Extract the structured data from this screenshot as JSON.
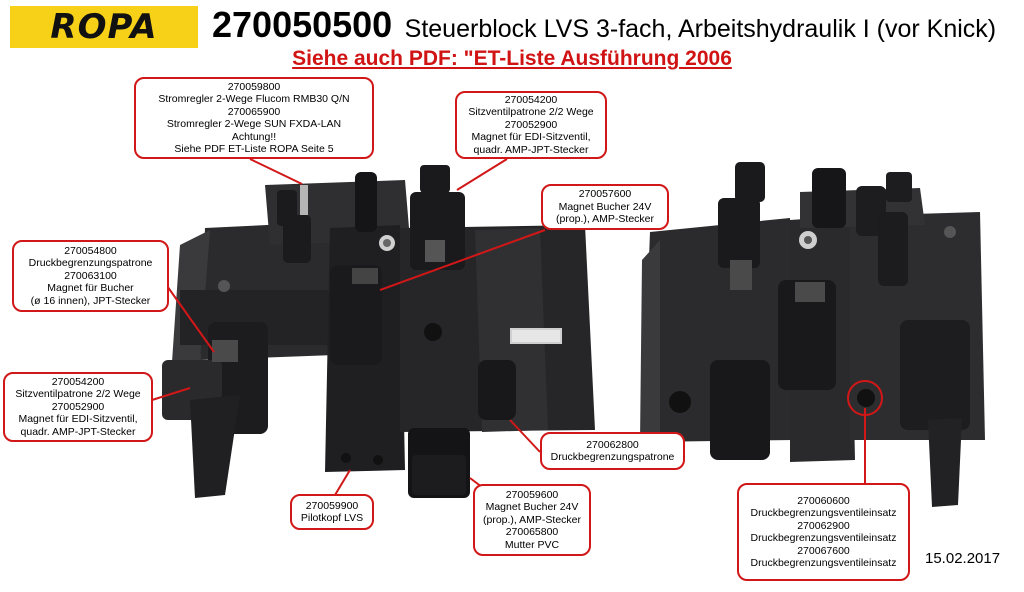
{
  "logo": {
    "text": "ROPA",
    "color": "#f7d117"
  },
  "header": {
    "part_number": "270050500",
    "title": "Steuerblock LVS 3-fach, Arbeitshydraulik I (vor Knick)",
    "subtitle": "Siehe auch PDF: \"ET-Liste Ausführung 2006"
  },
  "callouts": [
    {
      "lines": [
        "270059800",
        "Stromregler 2-Wege Flucom RMB30 Q/N",
        "270065900",
        "Stromregler 2-Wege SUN FXDA-LAN",
        "Achtung!!",
        "Siehe PDF ET-Liste ROPA Seite 5"
      ]
    },
    {
      "lines": [
        "270054200",
        "Sitzventilpatrone 2/2 Wege",
        "270052900",
        "Magnet für EDI-Sitzventil,",
        "quadr. AMP-JPT-Stecker"
      ]
    },
    {
      "lines": [
        "270057600",
        "Magnet Bucher 24V",
        "(prop.), AMP-Stecker"
      ]
    },
    {
      "lines": [
        "270054800",
        "Druckbegrenzungspatrone",
        "270063100",
        "Magnet für Bucher",
        "(ø 16 innen), JPT-Stecker"
      ]
    },
    {
      "lines": [
        "270054200",
        "Sitzventilpatrone 2/2 Wege",
        "270052900",
        "Magnet für EDI-Sitzventil,",
        "quadr. AMP-JPT-Stecker"
      ]
    },
    {
      "lines": [
        "270062800",
        "Druckbegrenzungspatrone"
      ]
    },
    {
      "lines": [
        "270059900",
        "Pilotkopf LVS"
      ]
    },
    {
      "lines": [
        "270059600",
        "Magnet Bucher 24V",
        "(prop.), AMP-Stecker",
        "270065800",
        "Mutter PVC"
      ]
    },
    {
      "lines": [
        "270060600",
        "Druckbegrenzungsventileinsatz",
        "270062900",
        "Druckbegrenzungsventileinsatz",
        "270067600",
        "Druckbegrenzungsventileinsatz"
      ]
    }
  ],
  "date": "15.02.2017",
  "colors": {
    "accent_red": "#d11717",
    "title_red": "#d01414"
  }
}
